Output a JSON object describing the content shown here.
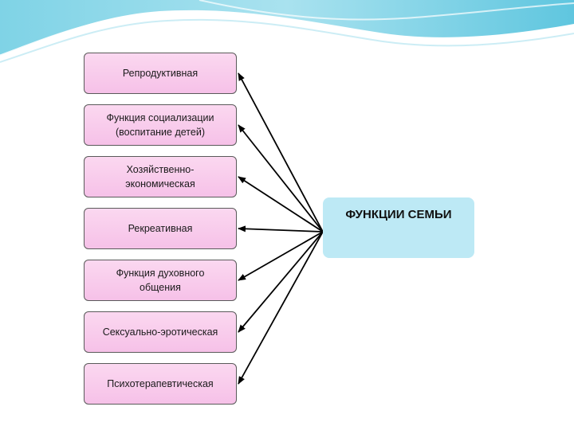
{
  "diagram": {
    "center": {
      "label": "ФУНКЦИИ СЕМЬИ"
    },
    "functions": [
      {
        "label": "Репродуктивная"
      },
      {
        "label": "Функция социализации\n(воспитание детей)"
      },
      {
        "label": "Хозяйственно-\nэкономическая"
      },
      {
        "label": "Рекреативная"
      },
      {
        "label": "Функция духовного\nобщения"
      },
      {
        "label": "Сексуально-эротическая"
      },
      {
        "label": "Психотерапевтическая"
      }
    ]
  },
  "colors": {
    "function_box_fill": "#f6c1e8",
    "center_box_fill": "#bde9f5",
    "arrow": "#000000",
    "wave": "#5fc6df"
  }
}
